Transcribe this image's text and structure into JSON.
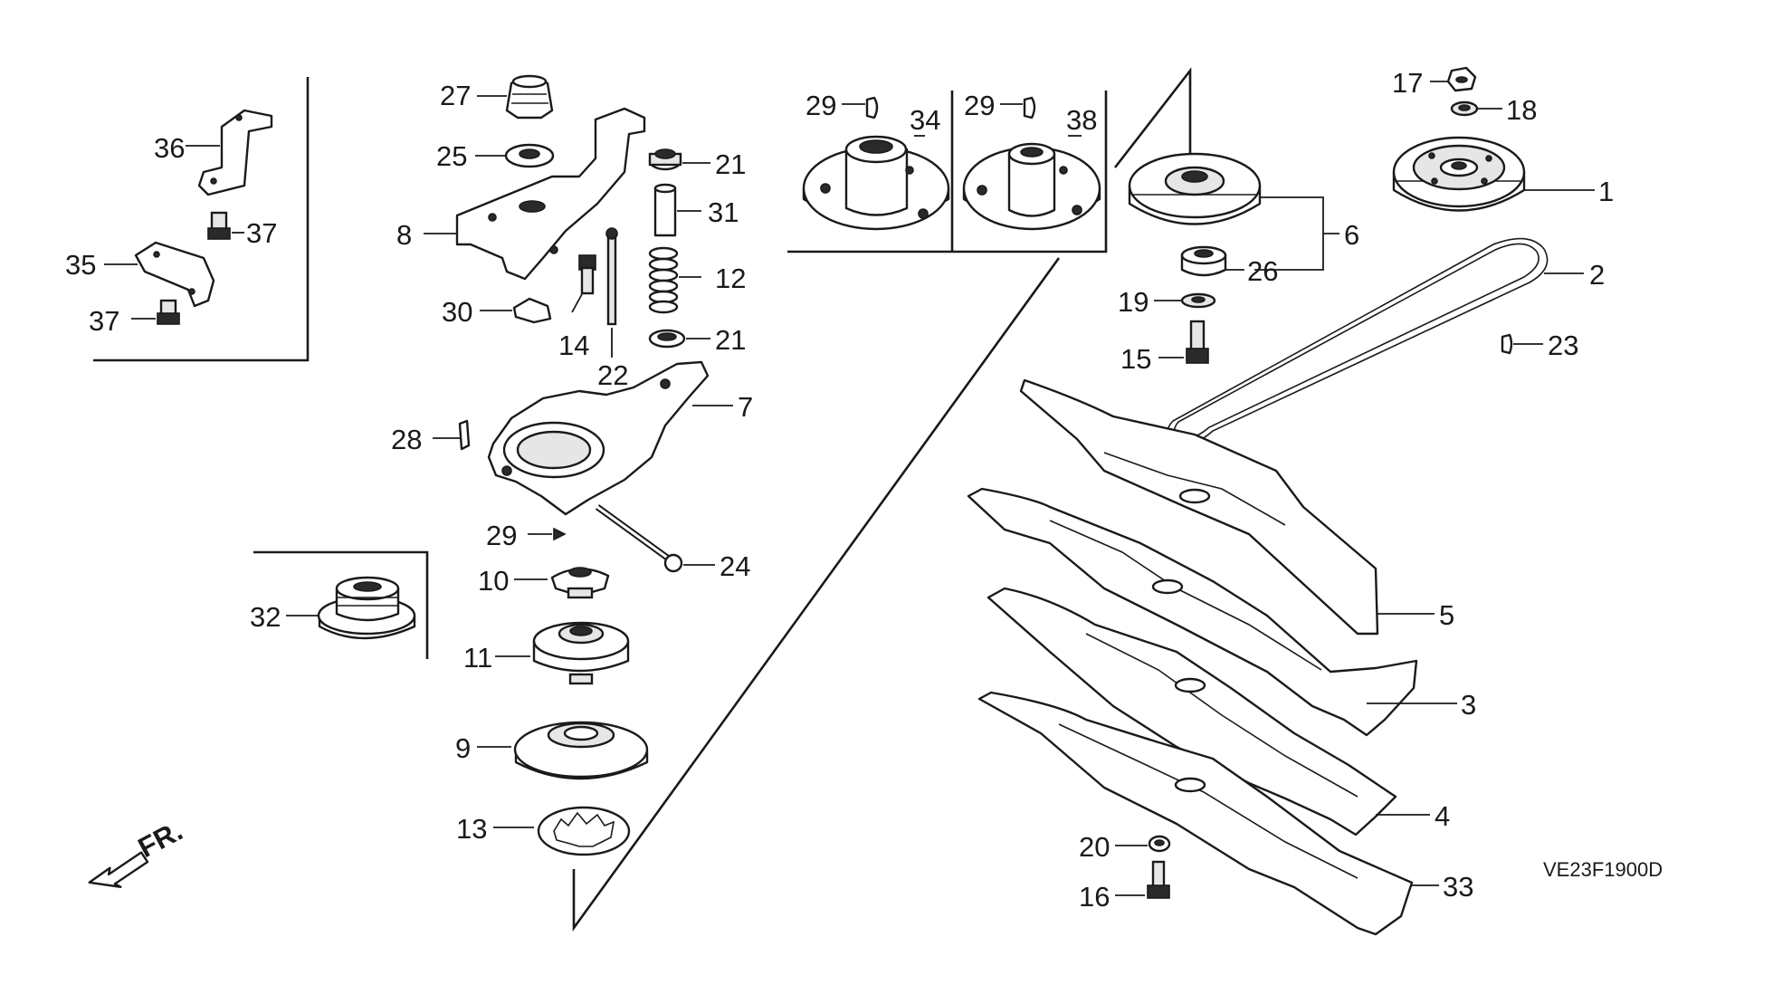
{
  "diagram": {
    "code": "VE23F1900D",
    "front_marker": "FR.",
    "labels": {
      "n1": "1",
      "n2": "2",
      "n3": "3",
      "n4": "4",
      "n5": "5",
      "n6": "6",
      "n7": "7",
      "n8": "8",
      "n9": "9",
      "n10": "10",
      "n11": "11",
      "n12": "12",
      "n13": "13",
      "n14": "14",
      "n15": "15",
      "n16": "16",
      "n17": "17",
      "n18": "18",
      "n19": "19",
      "n20": "20",
      "n21a": "21",
      "n21b": "21",
      "n22": "22",
      "n23": "23",
      "n24": "24",
      "n25": "25",
      "n26": "26",
      "n27": "27",
      "n28": "28",
      "n29a": "29",
      "n29b": "29",
      "n29c": "29",
      "n30": "30",
      "n31": "31",
      "n32": "32",
      "n33": "33",
      "n34": "34",
      "n35": "35",
      "n36": "36",
      "n37a": "37",
      "n37b": "37",
      "n38": "38"
    }
  }
}
